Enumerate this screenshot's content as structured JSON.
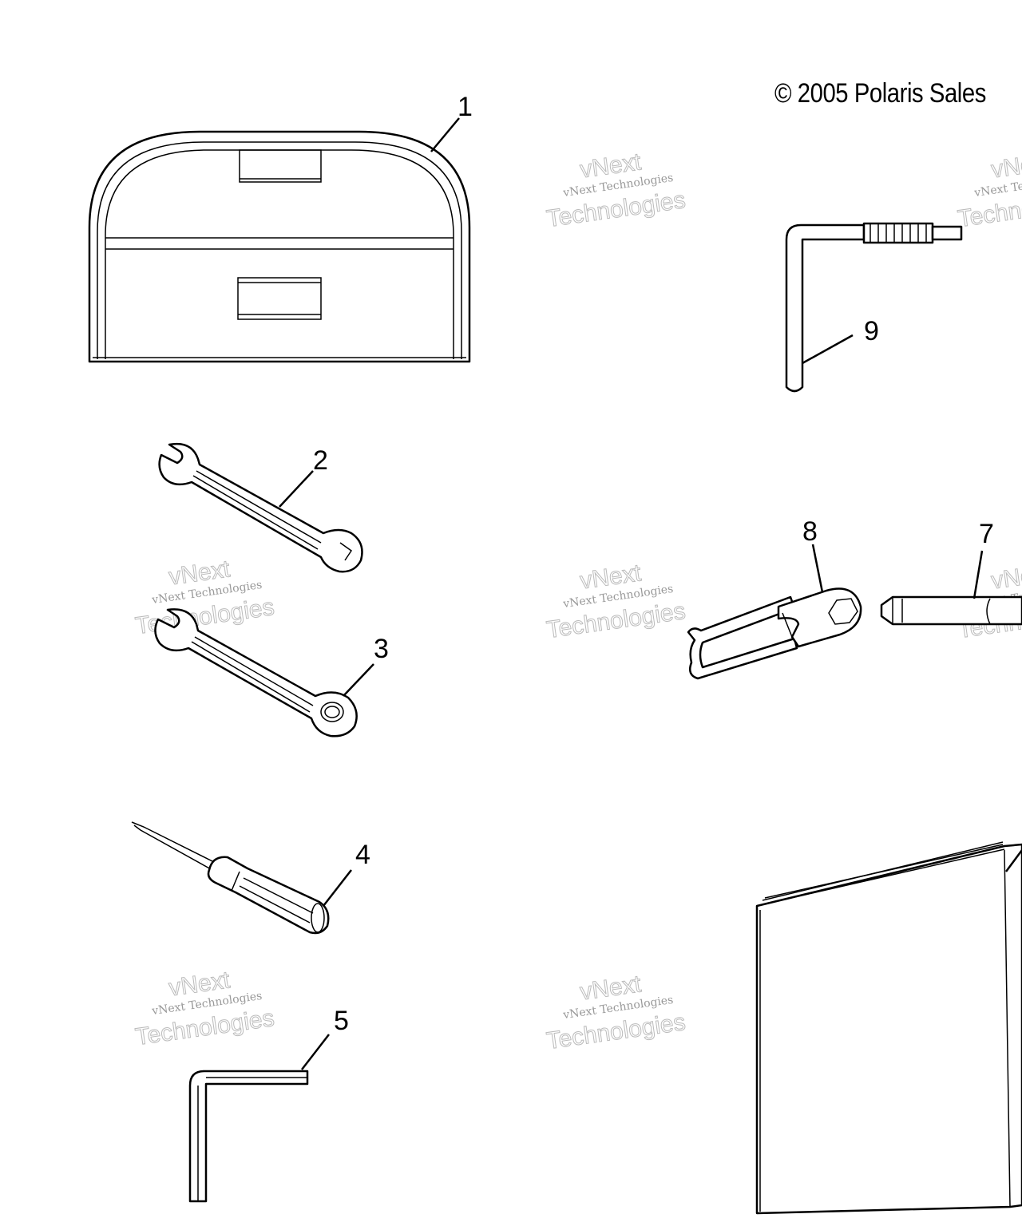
{
  "copyright": "© 2005 Polaris Sales",
  "watermark": {
    "line1": "vNext Technologies",
    "line2": "vNext",
    "line3": "Technologies"
  },
  "callouts": {
    "c1": "1",
    "c2": "2",
    "c3": "3",
    "c4": "4",
    "c5": "5",
    "c7": "7",
    "c8": "8",
    "c9": "9"
  }
}
